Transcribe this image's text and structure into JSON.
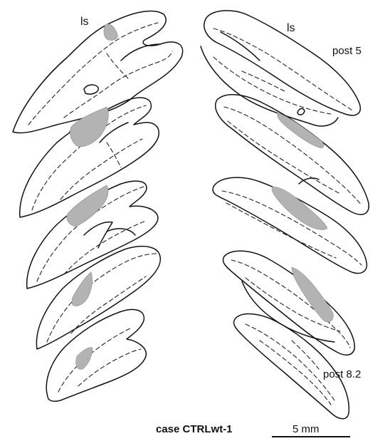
{
  "labels": {
    "ls_left": "ls",
    "ls_right": "ls",
    "post_start": "post 5",
    "post_end": "post 8.2",
    "case_title": "case CTRLwt-1",
    "scale": "5 mm"
  },
  "colors": {
    "outline": "#111111",
    "lesion": "#b3b3b3",
    "background": "#ffffff"
  }
}
